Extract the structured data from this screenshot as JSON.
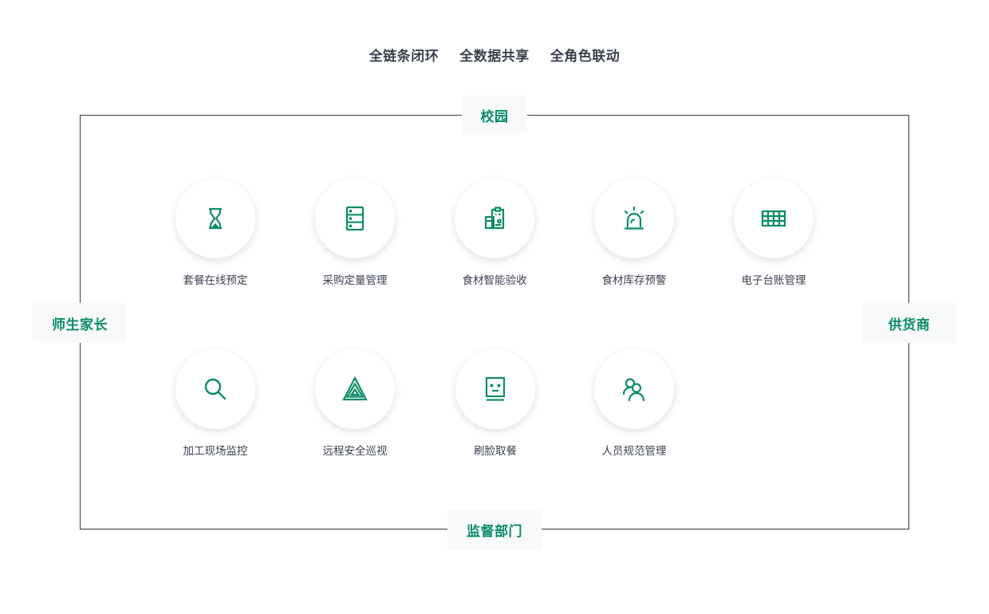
{
  "header": {
    "taglines": [
      "全链条闭环",
      "全数据共享",
      "全角色联动"
    ]
  },
  "stakeholders": {
    "top": "校园",
    "bottom": "监督部门",
    "left": "师生家长",
    "right": "供货商"
  },
  "features": [
    {
      "label": "套餐在线预定",
      "icon": "hourglass-icon"
    },
    {
      "label": "采购定量管理",
      "icon": "file-cabinet-icon"
    },
    {
      "label": "食材智能验收",
      "icon": "clipboard-inspection-icon"
    },
    {
      "label": "食材库存预警",
      "icon": "alarm-light-icon"
    },
    {
      "label": "电子台账管理",
      "icon": "grid-table-icon"
    },
    {
      "label": "加工现场监控",
      "icon": "search-icon"
    },
    {
      "label": "远程安全巡视",
      "icon": "triangle-patrol-icon"
    },
    {
      "label": "刷脸取餐",
      "icon": "face-id-icon"
    },
    {
      "label": "人员规范管理",
      "icon": "users-icon"
    }
  ],
  "colors": {
    "accent": "#0b8c66",
    "text": "#3b4250",
    "label_bg": "#f7f9fb",
    "border": "#3a3a3a"
  }
}
